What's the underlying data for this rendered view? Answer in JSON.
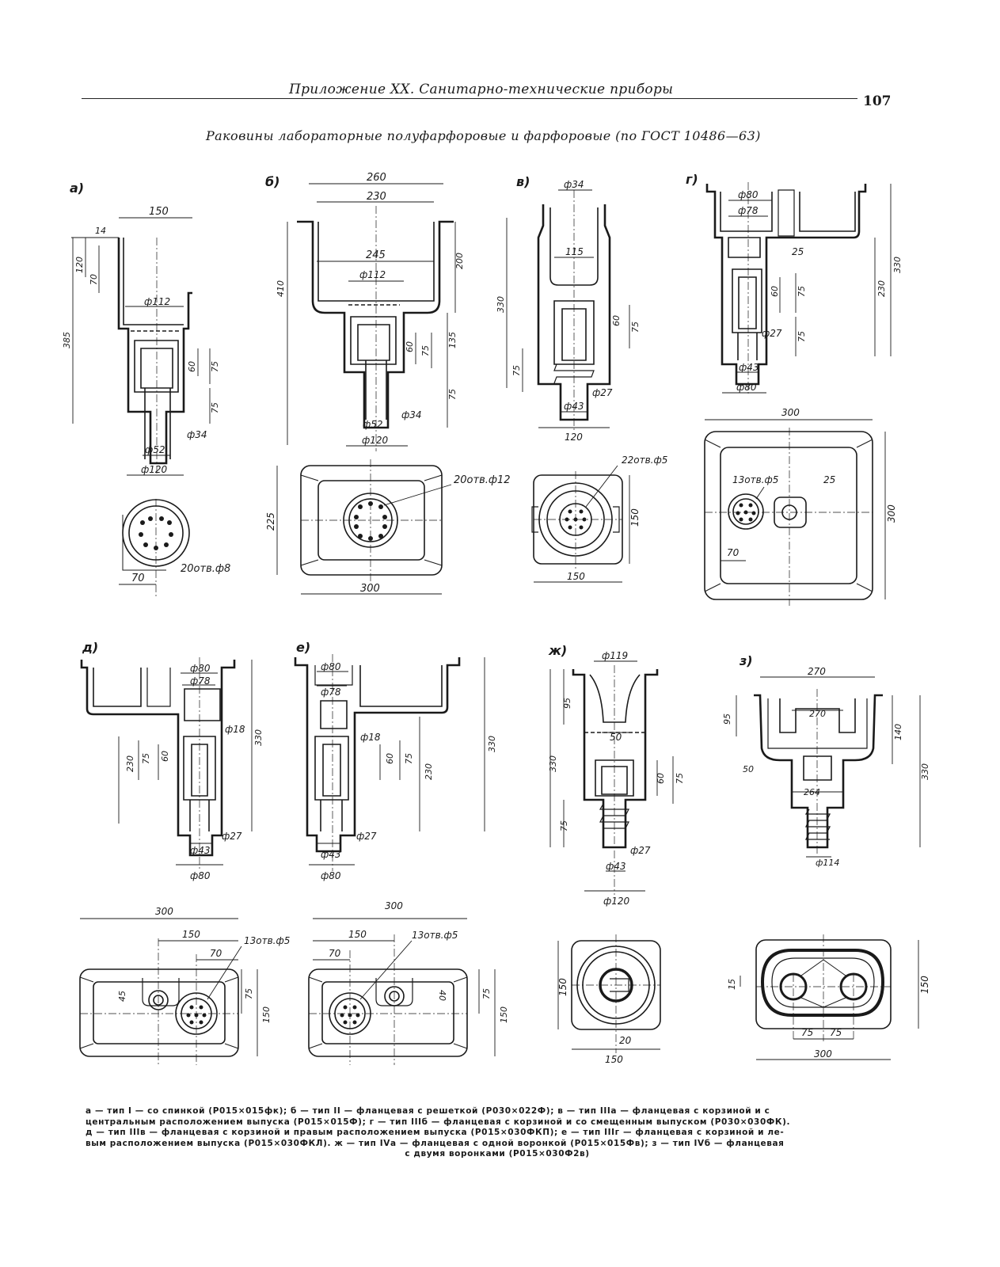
{
  "header": {
    "running_title": "Приложение XX. Санитарно-технические приборы",
    "page_number": "107"
  },
  "title": "Раковины лабораторные полуфарфоровые и фарфоровые (по ГОСТ 10486—63)",
  "figures": {
    "a": {
      "label": "а)",
      "dims": [
        "150",
        "14",
        "120",
        "70",
        "385",
        "ф112",
        "60",
        "75",
        "75",
        "ф34",
        "ф52",
        "ф120",
        "70",
        "20отв.ф8"
      ]
    },
    "b": {
      "label": "б)",
      "dims": [
        "260",
        "230",
        "245",
        "200",
        "410",
        "ф112",
        "60",
        "75",
        "135",
        "75",
        "ф34",
        "ф52",
        "ф120",
        "225",
        "300",
        "20отв.ф12"
      ]
    },
    "v": {
      "label": "в)",
      "dims": [
        "ф34",
        "115",
        "330",
        "60",
        "75",
        "75",
        "ф27",
        "ф43",
        "120",
        "22отв.ф5",
        "150",
        "150"
      ]
    },
    "g": {
      "label": "г)",
      "dims": [
        "ф80",
        "ф78",
        "25",
        "330",
        "60",
        "75",
        "230",
        "ф27",
        "75",
        "ф43",
        "ф80",
        "300",
        "13отв.ф5",
        "25",
        "300",
        "70"
      ]
    },
    "d": {
      "label": "д)",
      "dims": [
        "ф80",
        "ф78",
        "ф18",
        "230",
        "75",
        "60",
        "330",
        "ф27",
        "ф43",
        "ф80",
        "300",
        "150",
        "70",
        "13отв.ф5",
        "45",
        "75",
        "150"
      ]
    },
    "e": {
      "label": "е)",
      "dims": [
        "ф80",
        "ф78",
        "ф18",
        "60",
        "75",
        "230",
        "330",
        "ф27",
        "ф43",
        "ф80",
        "300",
        "150",
        "70",
        "13отв.ф5",
        "40",
        "75",
        "150"
      ]
    },
    "zh": {
      "label": "ж)",
      "dims": [
        "ф119",
        "95",
        "50",
        "330",
        "60",
        "75",
        "75",
        "ф27",
        "ф43",
        "ф120",
        "150",
        "20",
        "150"
      ]
    },
    "z": {
      "label": "з)",
      "dims": [
        "270",
        "270",
        "95",
        "140",
        "330",
        "50",
        "264",
        "ф114",
        "15",
        "150",
        "75",
        "75",
        "300"
      ]
    }
  },
  "caption": {
    "line1": "а — тип I — со спинкой (Р015×015фк); б — тип II — фланцевая с решеткой (Р030×022Ф); в — тип IIIа — фланцевая с корзиной и с",
    "line2": "центральным расположением выпуска (Р015×015Ф); г — тип IIIб — фланцевая с корзиной и со смещенным выпуском (Р030×030ФК).",
    "line3": "д — тип IIIв — фланцевая с корзиной и правым расположением выпуска (Р015×030ФКП); е — тип IIIг — фланцевая с корзиной и ле-",
    "line4": "вым расположением выпуска (Р015×030ФКЛ). ж — тип IVа — фланцевая с одной воронкой (Р015×015Фв); з — тип IVб — фланцевая",
    "line5": "с двумя воронками (Р015×030Ф2в)"
  }
}
